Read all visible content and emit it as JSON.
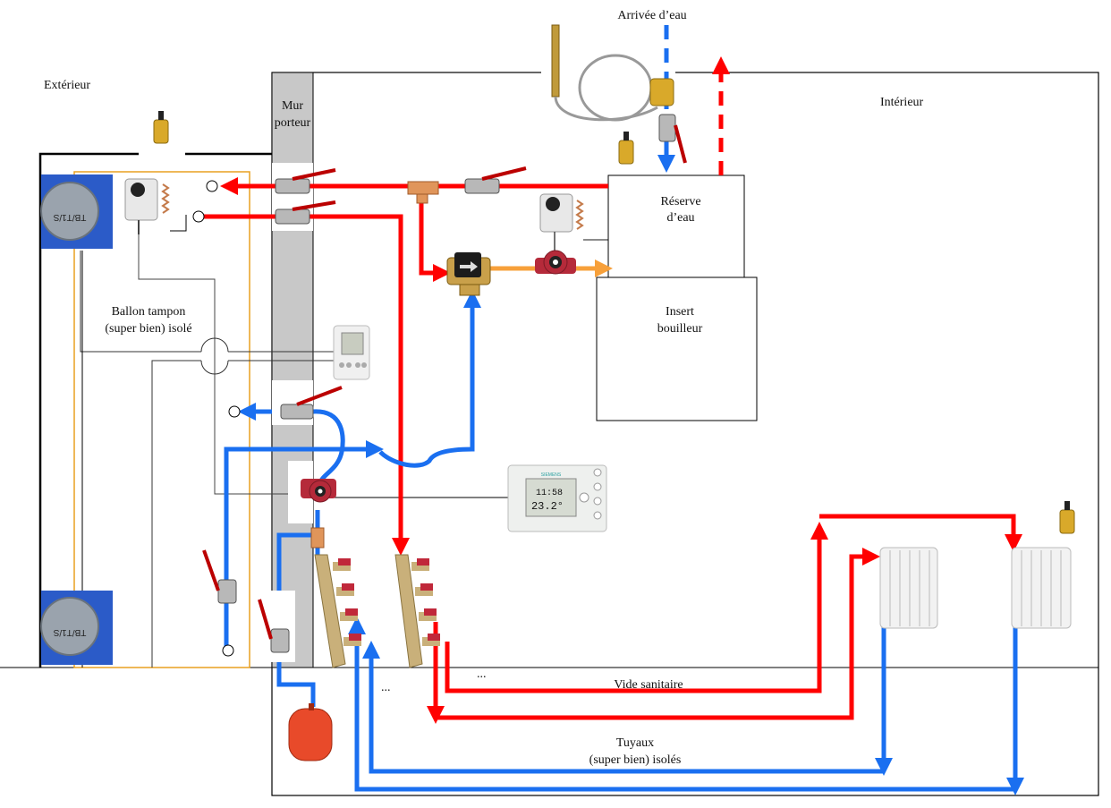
{
  "labels": {
    "exterior": "Extérieur",
    "interior": "Intérieur",
    "wall_line1": "Mur",
    "wall_line2": "porteur",
    "water_inlet": "Arrivée d’eau",
    "reserve_line1": "Réserve",
    "reserve_line2": "d’eau",
    "insert_line1": "Insert",
    "insert_line2": "bouilleur",
    "buffer_line1": "Ballon tampon",
    "buffer_line2": "(super bien) isolé",
    "crawlspace": "Vide sanitaire",
    "pipes_line1": "Tuyaux",
    "pipes_line2": "(super bien) isolés",
    "ellipsis_1": "...",
    "ellipsis_2": "..."
  },
  "thermostat_display": {
    "brand": "SIEMENS",
    "time": "11:58",
    "temperature": "23.2°"
  },
  "colors": {
    "hot": "#ff0000",
    "cold": "#1a6ff0",
    "mixed": "#f7a03a",
    "buffer_outline": "#e8a020",
    "wall": "#c8c8c8"
  }
}
